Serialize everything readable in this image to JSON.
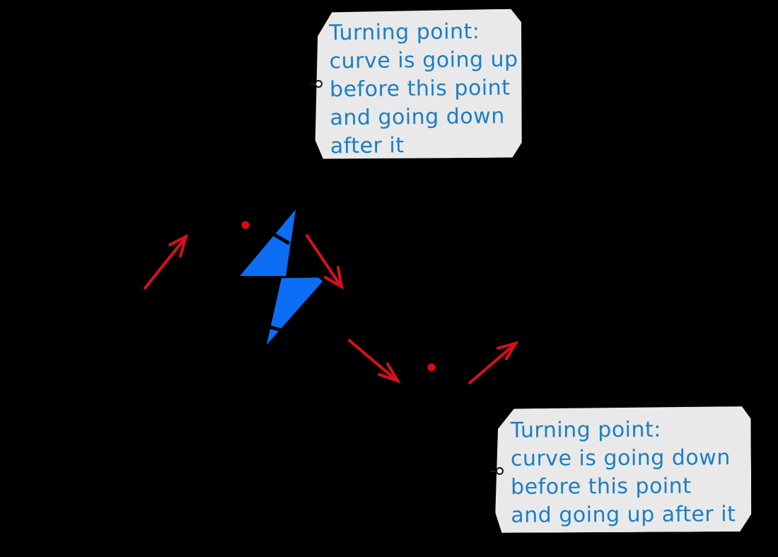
{
  "callouts": {
    "top": {
      "lines": [
        "Turning point:",
        "curve is going up",
        "before this point",
        "and going down",
        "after it"
      ]
    },
    "bottom": {
      "lines": [
        "Turning point:",
        "curve is going down",
        "before this point",
        "and going up after it"
      ]
    }
  },
  "icons": {
    "bolt_watermark": "lightning-bolt",
    "callout_pin": "circle-pin",
    "direction_arrows": "hand-drawn-arrow"
  },
  "colors": {
    "background": "#000000",
    "note_background": "#e9e9e9",
    "note_text_blue": "#1b7ec6",
    "annotation_red": "#d8101d",
    "bolt_blue": "#0c6ef4",
    "curve_black": "#000000",
    "pin_ring": "#141414"
  }
}
